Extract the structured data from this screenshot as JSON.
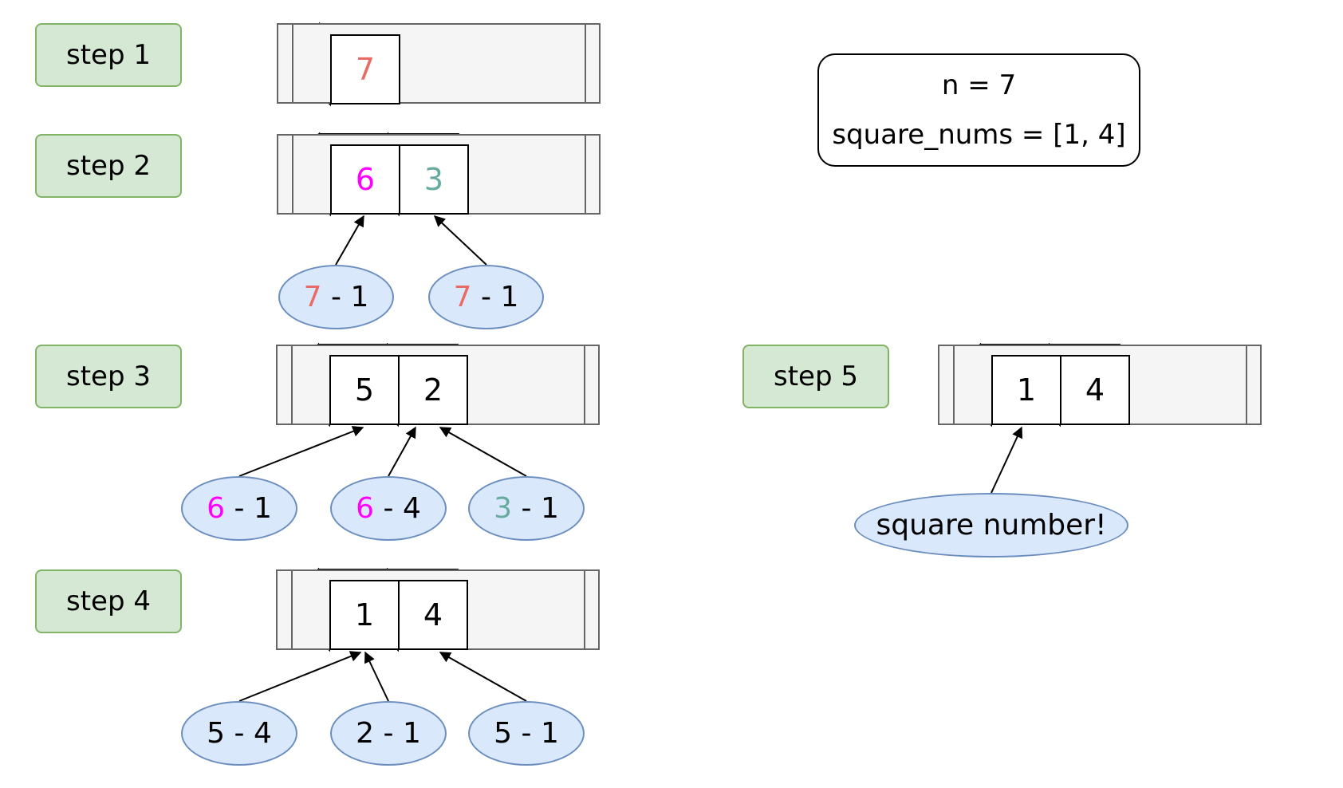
{
  "colors": {
    "seven": "#ea6b66",
    "six": "#ff00ff",
    "three": "#67ab9f",
    "plain": "#000000",
    "step_fill": "#d5e8d4",
    "step_border": "#82b366",
    "ellipse_fill": "#dae8fc",
    "ellipse_border": "#6c8ebf"
  },
  "info": {
    "n_line": "n = 7",
    "square_line": "square_nums = [1, 4]"
  },
  "steps": [
    {
      "label": "step 1",
      "cells": [
        "7"
      ],
      "cell_colors": [
        "seven"
      ],
      "nodes": []
    },
    {
      "label": "step 2",
      "cells": [
        "6",
        "3"
      ],
      "cell_colors": [
        "six",
        "three"
      ],
      "nodes": [
        {
          "a": "7",
          "a_color": "seven",
          "rest": " - 1"
        },
        {
          "a": "7",
          "a_color": "seven",
          "rest": " - 1"
        }
      ]
    },
    {
      "label": "step 3",
      "cells": [
        "5",
        "2"
      ],
      "cell_colors": [
        "plain",
        "plain"
      ],
      "nodes": [
        {
          "a": "6",
          "a_color": "six",
          "rest": " - 1"
        },
        {
          "a": "6",
          "a_color": "six",
          "rest": " - 4"
        },
        {
          "a": "3",
          "a_color": "three",
          "rest": " - 1"
        }
      ]
    },
    {
      "label": "step 4",
      "cells": [
        "1",
        "4"
      ],
      "cell_colors": [
        "plain",
        "plain"
      ],
      "nodes": [
        {
          "a": "5",
          "a_color": "plain",
          "rest": " - 4"
        },
        {
          "a": "2",
          "a_color": "plain",
          "rest": " - 1"
        },
        {
          "a": "5",
          "a_color": "plain",
          "rest": " - 1"
        }
      ]
    },
    {
      "label": "step 5",
      "cells": [
        "1",
        "4"
      ],
      "cell_colors": [
        "plain",
        "plain"
      ],
      "nodes": [
        {
          "a": "square number!",
          "a_color": "plain",
          "rest": ""
        }
      ]
    }
  ]
}
